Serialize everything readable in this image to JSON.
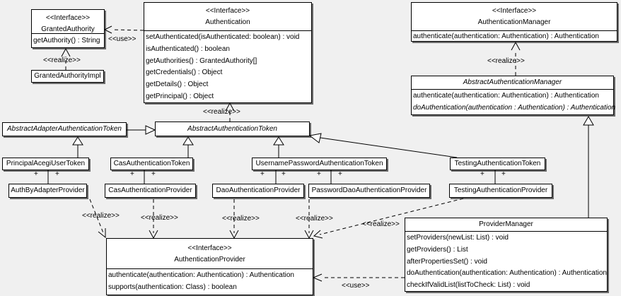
{
  "labels": {
    "realize": "<<realize>>",
    "use": "<<use>>",
    "plus": "+",
    "interface_stereotype": "<<Interface>>"
  },
  "classes": {
    "granted_authority": {
      "stereotype": "<<Interface>>",
      "name": "GrantedAuthority",
      "methods": [
        "getAuthority() : String"
      ]
    },
    "granted_authority_impl": {
      "name": "GrantedAuthorityImpl"
    },
    "authentication": {
      "stereotype": "<<Interface>>",
      "name": "Authentication",
      "methods": [
        "setAuthenticated(isAuthenticated: boolean) : void",
        "isAuthenticated() : boolean",
        "getAuthorities() : GrantedAuthority[]",
        "getCredentials() : Object",
        "getDetails() : Object",
        "getPrincipal() : Object"
      ]
    },
    "authentication_manager": {
      "stereotype": "<<Interface>>",
      "name": "AuthenticationManager",
      "methods": [
        "authenticate(authentication: Authentication) : Authentication"
      ]
    },
    "abstract_authentication_manager": {
      "name": "AbstractAuthenticationManager",
      "methods": [
        "authenticate(authentication: Authentication) : Authentication",
        "doAuthentication(authentication : Authentication) : Authentication"
      ]
    },
    "abstract_adapter_authentication_token": {
      "name": "AbstractAdapterAuthenticationToken"
    },
    "abstract_authentication_token": {
      "name": "AbstractAuthenticationToken"
    },
    "principal_acegi_user_token": {
      "name": "PrincipalAcegiUserToken"
    },
    "cas_authentication_token": {
      "name": "CasAuthenticationToken"
    },
    "username_password_authentication_token": {
      "name": "UsernamePasswordAuthenticationToken"
    },
    "testing_authentication_token": {
      "name": "TestingAuthenticationToken"
    },
    "auth_by_adapter_provider": {
      "name": "AuthByAdapterProvider"
    },
    "cas_authentication_provider": {
      "name": "CasAuthenticationProvider"
    },
    "dao_authentication_provider": {
      "name": "DaoAuthenticationProvider"
    },
    "password_dao_authentication_provider": {
      "name": "PasswordDaoAuthenticationProvider"
    },
    "testing_authentication_provider": {
      "name": "TestingAuthenticationProvider"
    },
    "authentication_provider": {
      "stereotype": "<<Interface>>",
      "name": "AuthenticationProvider",
      "methods": [
        "authenticate(authentication: Authentication) : Authentication",
        "supports(authentication: Class) : boolean"
      ]
    },
    "provider_manager": {
      "name": "ProviderManager",
      "methods": [
        "setProviders(newList: List) : void",
        "getProviders() : List",
        "afterPropertiesSet() : void",
        "doAuthentication(authentication: Authentication) : Authentication",
        "checkIfValidList(listToCheck: List) : void"
      ]
    }
  }
}
